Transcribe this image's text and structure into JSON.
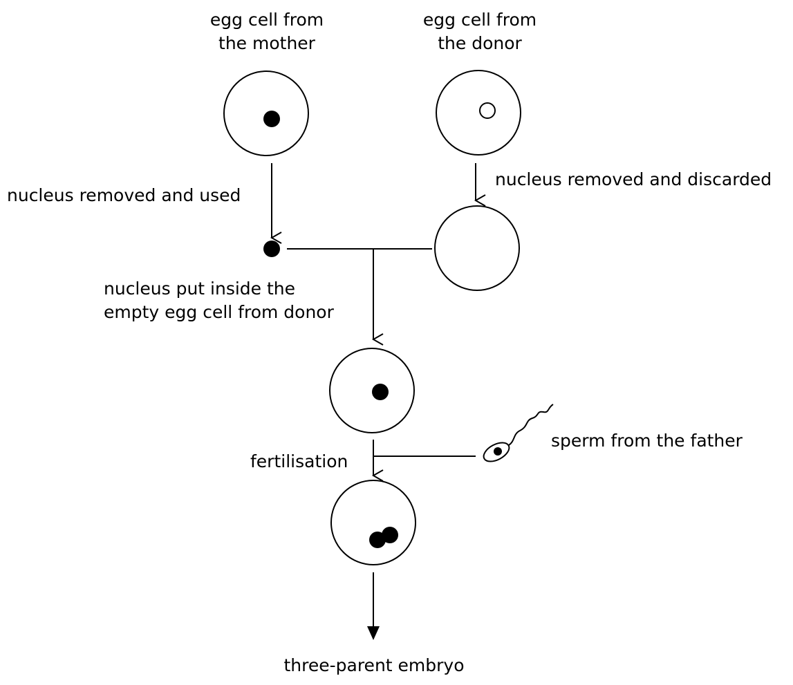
{
  "labels": {
    "mother_egg": [
      "egg cell from",
      "the mother"
    ],
    "donor_egg": [
      "egg cell from",
      "the donor"
    ],
    "nucleus_used": "nucleus removed and used",
    "nucleus_discarded": "nucleus removed and discarded",
    "nucleus_put_inside": [
      "nucleus put inside the",
      "empty egg cell from donor"
    ],
    "fertilisation": "fertilisation",
    "sperm": "sperm from the father",
    "embryo": "three-parent embryo"
  },
  "colors": {
    "stroke": "#000000",
    "fill": "#ffffff",
    "nucleus": "#000000"
  }
}
